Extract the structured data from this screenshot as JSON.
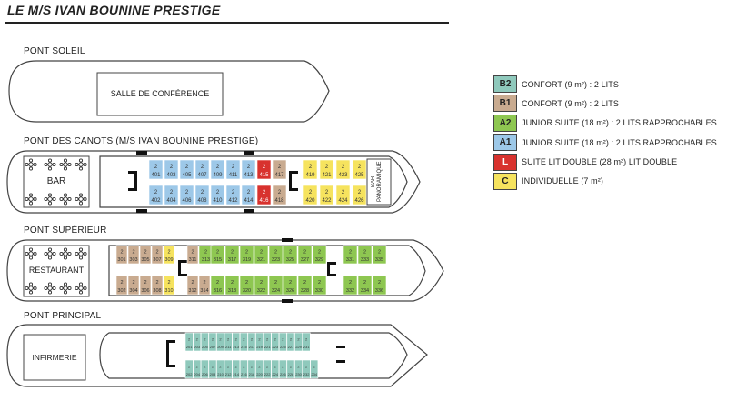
{
  "title": "LE M/S IVAN BOUNINE PRESTIGE",
  "colors": {
    "B2": "#8fc9bc",
    "B1": "#c9ab90",
    "A2": "#8ec751",
    "A1": "#9dc8e8",
    "L": "#d8322e",
    "C": "#f6e35e"
  },
  "decks": {
    "soleil": {
      "label": "PONT SOLEIL",
      "room": "SALLE DE CONFÉRENCE"
    },
    "canots": {
      "label": "PONT DES CANOTS (M/S IVAN BOUNINE PRESTIGE)",
      "bar": "BAR",
      "panoramic": "BAR PANORAMIQUE",
      "top": [
        {
          "n": "401",
          "c": "A1"
        },
        {
          "n": "403",
          "c": "A1"
        },
        {
          "n": "405",
          "c": "A1"
        },
        {
          "n": "407",
          "c": "A1"
        },
        {
          "n": "409",
          "c": "A1"
        },
        {
          "n": "411",
          "c": "A1"
        },
        {
          "n": "413",
          "c": "A1"
        },
        {
          "n": "415",
          "c": "L"
        },
        {
          "n": "417",
          "c": "B1"
        },
        {
          "n": "419",
          "c": "C"
        },
        {
          "n": "421",
          "c": "C"
        },
        {
          "n": "423",
          "c": "C"
        },
        {
          "n": "425",
          "c": "C"
        }
      ],
      "bottom": [
        {
          "n": "402",
          "c": "A1"
        },
        {
          "n": "404",
          "c": "A1"
        },
        {
          "n": "406",
          "c": "A1"
        },
        {
          "n": "408",
          "c": "A1"
        },
        {
          "n": "410",
          "c": "A1"
        },
        {
          "n": "412",
          "c": "A1"
        },
        {
          "n": "414",
          "c": "A1"
        },
        {
          "n": "416",
          "c": "L"
        },
        {
          "n": "418",
          "c": "B1"
        },
        {
          "n": "420",
          "c": "C"
        },
        {
          "n": "422",
          "c": "C"
        },
        {
          "n": "424",
          "c": "C"
        },
        {
          "n": "426",
          "c": "C"
        }
      ]
    },
    "superieur": {
      "label": "PONT SUPÉRIEUR",
      "restaurant": "RESTAURANT",
      "top": [
        {
          "n": "301",
          "c": "B1"
        },
        {
          "n": "303",
          "c": "B1"
        },
        {
          "n": "305",
          "c": "B1"
        },
        {
          "n": "307",
          "c": "B1"
        },
        {
          "n": "309",
          "c": "C"
        },
        {
          "n": "311",
          "c": "B1"
        },
        {
          "n": "313",
          "c": "A2"
        },
        {
          "n": "315",
          "c": "A2"
        },
        {
          "n": "317",
          "c": "A2"
        },
        {
          "n": "319",
          "c": "A2"
        },
        {
          "n": "321",
          "c": "A2"
        },
        {
          "n": "323",
          "c": "A2"
        },
        {
          "n": "325",
          "c": "A2"
        },
        {
          "n": "327",
          "c": "A2"
        },
        {
          "n": "329",
          "c": "A2"
        },
        {
          "n": "331",
          "c": "A2"
        },
        {
          "n": "333",
          "c": "A2"
        },
        {
          "n": "335",
          "c": "A2"
        }
      ],
      "bottom": [
        {
          "n": "302",
          "c": "B1"
        },
        {
          "n": "304",
          "c": "B1"
        },
        {
          "n": "306",
          "c": "B1"
        },
        {
          "n": "308",
          "c": "B1"
        },
        {
          "n": "310",
          "c": "C"
        },
        {
          "n": "312",
          "c": "B1"
        },
        {
          "n": "314",
          "c": "B1"
        },
        {
          "n": "316",
          "c": "A2"
        },
        {
          "n": "318",
          "c": "A2"
        },
        {
          "n": "320",
          "c": "A2"
        },
        {
          "n": "322",
          "c": "A2"
        },
        {
          "n": "324",
          "c": "A2"
        },
        {
          "n": "326",
          "c": "A2"
        },
        {
          "n": "328",
          "c": "A2"
        },
        {
          "n": "330",
          "c": "A2"
        },
        {
          "n": "332",
          "c": "A2"
        },
        {
          "n": "334",
          "c": "A2"
        },
        {
          "n": "336",
          "c": "A2"
        }
      ]
    },
    "principal": {
      "label": "PONT PRINCIPAL",
      "infirmerie": "INFIRMERIE",
      "top": [
        "201",
        "203",
        "205",
        "207",
        "209",
        "211",
        "213",
        "215",
        "217",
        "219",
        "221",
        "223",
        "225",
        "227",
        "229",
        "231"
      ],
      "bottom": [
        "202",
        "204",
        "206",
        "208",
        "210",
        "212",
        "214",
        "216",
        "218",
        "220",
        "222",
        "224",
        "226",
        "228",
        "230",
        "232",
        "234"
      ],
      "cabin_class": "B2"
    }
  },
  "berths": "2",
  "legend": [
    {
      "code": "B2",
      "text": "CONFORT (9 m²) : 2 LITS"
    },
    {
      "code": "B1",
      "text": "CONFORT (9 m²) : 2 LITS"
    },
    {
      "code": "A2",
      "text": "JUNIOR SUITE (18 m²) : 2 LITS RAPPROCHABLES"
    },
    {
      "code": "A1",
      "text": "JUNIOR SUITE (18 m²) : 2 LITS RAPPROCHABLES"
    },
    {
      "code": "L",
      "text": "SUITE LIT DOUBLE (28 m²) LIT DOUBLE"
    },
    {
      "code": "C",
      "text": "INDIVIDUELLE (7 m²)"
    }
  ]
}
